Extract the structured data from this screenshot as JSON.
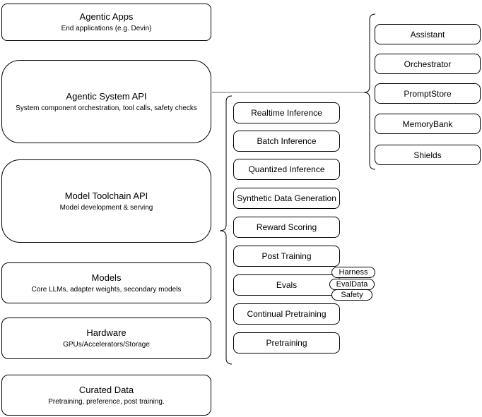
{
  "layers": [
    {
      "title": "Agentic Apps",
      "subtitle": "End applications (e.g. Devin)"
    },
    {
      "title": "Agentic System API",
      "subtitle": "System component orchestration, tool calls, safety checks"
    },
    {
      "title": "Model Toolchain API",
      "subtitle": "Model development & serving"
    },
    {
      "title": "Models",
      "subtitle": "Core LLMs, adapter weights, secondary models"
    },
    {
      "title": "Hardware",
      "subtitle": "GPUs/Accelerators/Storage"
    },
    {
      "title": "Curated Data",
      "subtitle": "Pretraining, preference, post training."
    }
  ],
  "toolchain": {
    "items": [
      "Realtime Inference",
      "Batch Inference",
      "Quantized Inference",
      "Synthetic Data Generation",
      "Reward Scoring",
      "Post Training",
      "Evals",
      "Continual Pretraining",
      "Pretraining"
    ]
  },
  "evals": {
    "tags": [
      "Harness",
      "EvalData",
      "Safety"
    ]
  },
  "components": {
    "items": [
      "Assistant",
      "Orchestrator",
      "PromptStore",
      "MemoryBank",
      "Shields"
    ]
  },
  "colors": {
    "stroke": "#000000",
    "fill": "#ffffff",
    "connector": "#666666",
    "text": "#000000"
  }
}
